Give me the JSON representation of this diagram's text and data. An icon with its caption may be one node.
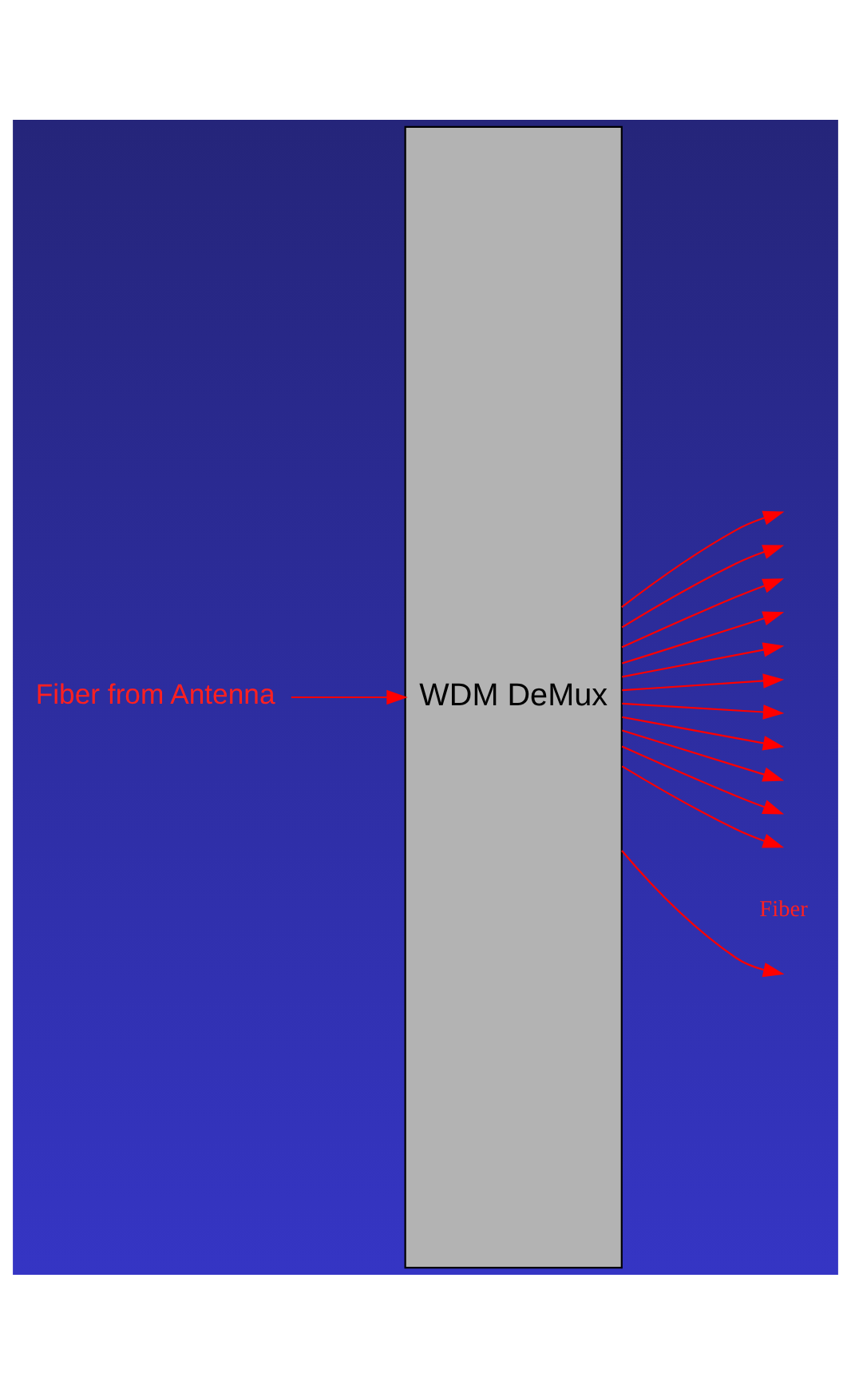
{
  "diagram": {
    "nodes": [
      {
        "text": [
          "Fiber from Antenna"
        ]
      },
      {
        "text": [
          "WDM DeMux"
        ]
      }
    ],
    "edges": [
      {
        "from": 0,
        "to": 1,
        "arrow": "to"
      },
      {
        "from": 1,
        "to": null,
        "arrow": "to"
      },
      {
        "from": 1,
        "to": null,
        "arrow": "to"
      },
      {
        "from": 1,
        "to": null,
        "arrow": "to"
      },
      {
        "from": 1,
        "to": null,
        "arrow": "to"
      },
      {
        "from": 1,
        "to": null,
        "arrow": "to"
      },
      {
        "from": 1,
        "to": null,
        "arrow": "to"
      },
      {
        "from": 1,
        "to": null,
        "arrow": "to"
      },
      {
        "from": 1,
        "to": null,
        "arrow": "to"
      },
      {
        "from": 1,
        "to": null,
        "arrow": "to"
      },
      {
        "from": 1,
        "to": null,
        "arrow": "to"
      },
      {
        "from": 1,
        "to": null,
        "arrow": "to"
      },
      {
        "from": 1,
        "to": null,
        "arrow": "to"
      }
    ],
    "labels": [
      "Fiber"
    ]
  }
}
